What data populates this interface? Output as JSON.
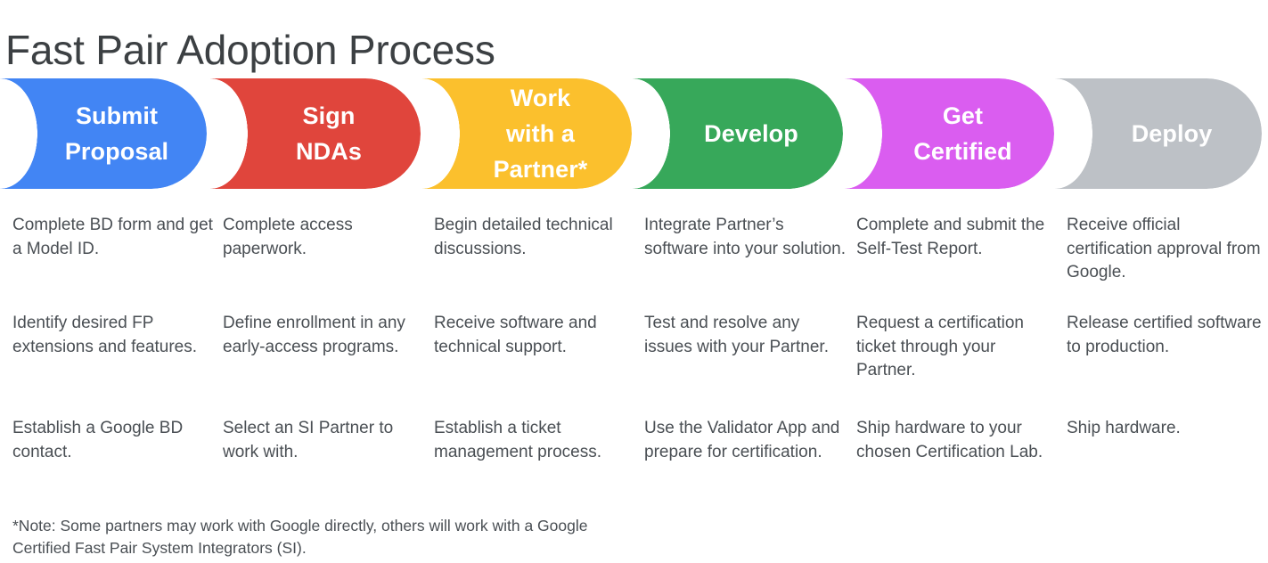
{
  "page": {
    "title": "Fast Pair Adoption Process",
    "background_color": "#ffffff",
    "title_color": "#3c4043",
    "body_text_color": "#4a4f54"
  },
  "stages": [
    {
      "label": "Submit\nProposal",
      "color": "#4285f4",
      "color_name": "blue",
      "bullets": [
        "Complete BD form and get a Model ID.",
        "Identify desired FP extensions and features.",
        "Establish a Google BD contact."
      ]
    },
    {
      "label": "Sign\nNDAs",
      "color": "#e0453c",
      "color_name": "red",
      "bullets": [
        "Complete access paperwork.",
        "Define enrollment in any early-access programs.",
        "Select an SI Partner to work with."
      ]
    },
    {
      "label": "Work\nwith a\nPartner*",
      "color": "#fbc02d",
      "color_name": "yellow",
      "bullets": [
        "Begin detailed technical discussions.",
        "Receive software and technical support.",
        "Establish a ticket management process."
      ]
    },
    {
      "label": "Develop",
      "color": "#37a85a",
      "color_name": "green",
      "bullets": [
        "Integrate Partner’s software into your solution.",
        "Test and resolve any issues with your Partner.",
        "Use the Validator App and prepare for certification."
      ]
    },
    {
      "label": "Get\nCertified",
      "color": "#da5df0",
      "color_name": "magenta",
      "bullets": [
        "Complete and submit the Self-Test Report.",
        "Request a certification ticket through your Partner.",
        "Ship hardware to your chosen Certification Lab."
      ]
    },
    {
      "label": "Deploy",
      "color": "#bdc1c6",
      "color_name": "gray",
      "bullets": [
        "Receive official certification approval from Google.",
        "Release certified software to production.",
        "Ship hardware."
      ]
    }
  ],
  "footnote": "*Note: Some partners may work with Google directly, others will work with a Google Certified Fast Pair System Integrators (SI)."
}
